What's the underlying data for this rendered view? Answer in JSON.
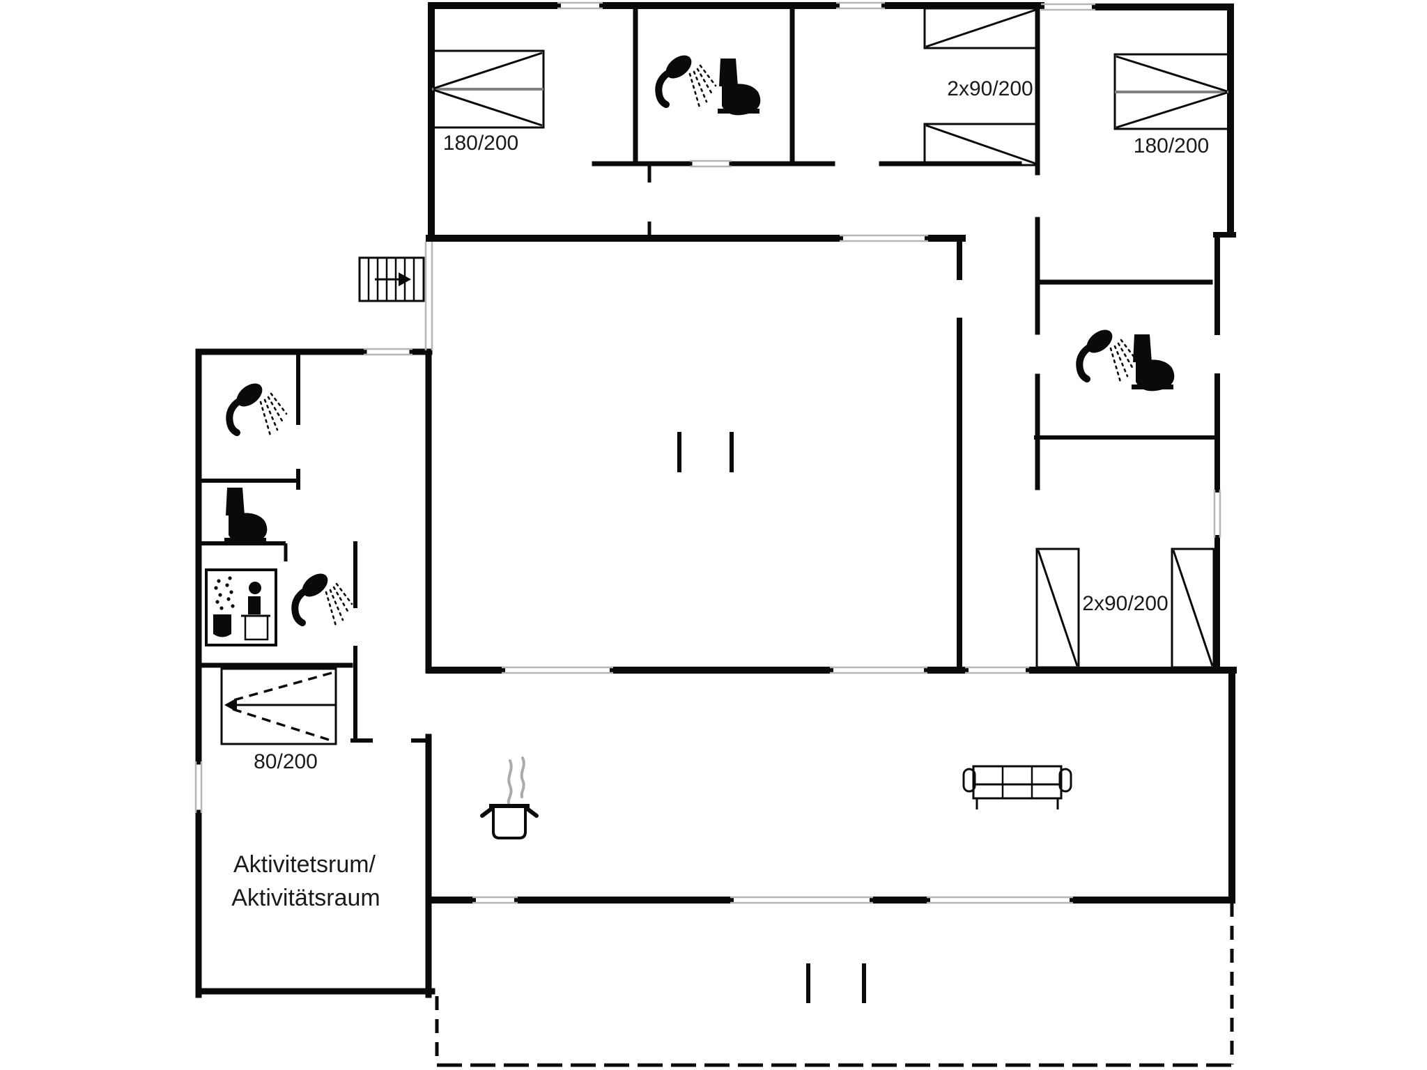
{
  "diagram": {
    "type": "floor-plan",
    "languages": [
      "Danish",
      "German"
    ]
  },
  "labels": {
    "bed_top_left": "180/200",
    "bunk_beds_top": "2x90/200",
    "bed_top_right": "180/200",
    "beds_right_wing": "2x90/200",
    "wardrobe": "80/200",
    "activity_room_line1": "Aktivitetsrum/",
    "activity_room_line2": "Aktivitätsraum"
  },
  "rooms": [
    {
      "name": "Aktivitetsrum/Aktivitätsraum",
      "position": "bottom-left"
    },
    {
      "name": "bedroom-top-left",
      "furniture": "double bed 180/200"
    },
    {
      "name": "bathroom-top",
      "furniture": "shower, toilet"
    },
    {
      "name": "bunk-room-top",
      "furniture": "two beds 2x90/200"
    },
    {
      "name": "bedroom-top-right",
      "furniture": "double bed 180/200"
    },
    {
      "name": "bathroom-right-wing",
      "furniture": "shower, toilet"
    },
    {
      "name": "bedroom-right-wing",
      "furniture": "two beds 2x90/200"
    },
    {
      "name": "shower-room-left",
      "furniture": "shower"
    },
    {
      "name": "toilet-room-left",
      "furniture": "toilet"
    },
    {
      "name": "sauna-room-left",
      "furniture": "sauna, shower"
    },
    {
      "name": "hall-wardrobe",
      "furniture": "wardrobe 80/200"
    },
    {
      "name": "kitchen",
      "furniture": "cooking pot symbol"
    },
    {
      "name": "living-room",
      "furniture": "sofa"
    },
    {
      "name": "terrace",
      "style": "dashed outline"
    }
  ],
  "icons": [
    {
      "name": "shower-icon",
      "count": 4
    },
    {
      "name": "toilet-icon",
      "count": 3
    },
    {
      "name": "sauna-icon",
      "count": 1
    },
    {
      "name": "stairs-icon",
      "count": 1
    },
    {
      "name": "cooking-pot-icon",
      "count": 1
    },
    {
      "name": "sofa-icon",
      "count": 1
    },
    {
      "name": "double-bed-icon",
      "count": 2
    },
    {
      "name": "single-bed-icon",
      "count": 4
    },
    {
      "name": "wardrobe-icon",
      "count": 1
    }
  ],
  "colors": {
    "background": "#ffffff",
    "wall": "#0a0a0a",
    "window_line": "#b5b5b5",
    "bed_midline": "#808080",
    "steam": "#ababab",
    "text": "#1a1a1a"
  }
}
